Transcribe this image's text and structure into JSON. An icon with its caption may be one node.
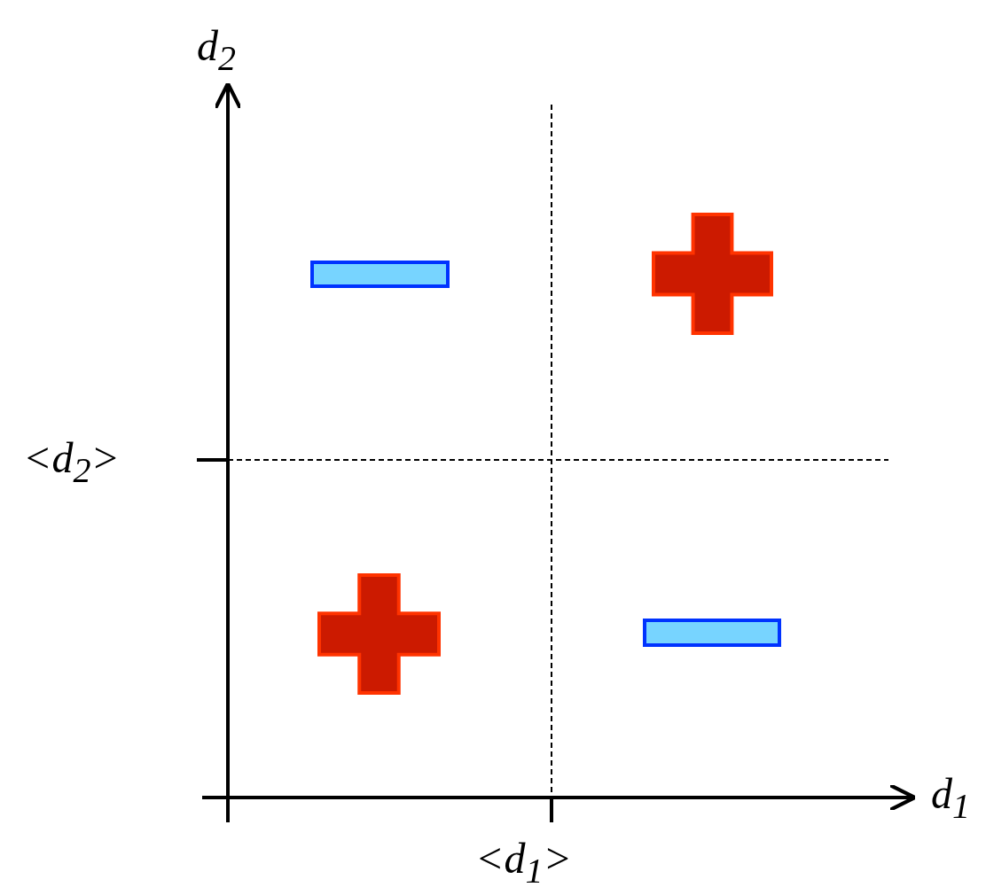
{
  "diagram": {
    "nodes": [
      {
        "text": [],
        "shape": "bar"
      },
      {
        "text": [],
        "shape": "cross"
      },
      {
        "text": [],
        "shape": "cross"
      },
      {
        "text": [],
        "shape": "bar"
      }
    ],
    "labels": [
      "d$_{2}$",
      "<d$_{2}$>",
      "d$_{1}$",
      "<d$_{1}$>"
    ]
  }
}
